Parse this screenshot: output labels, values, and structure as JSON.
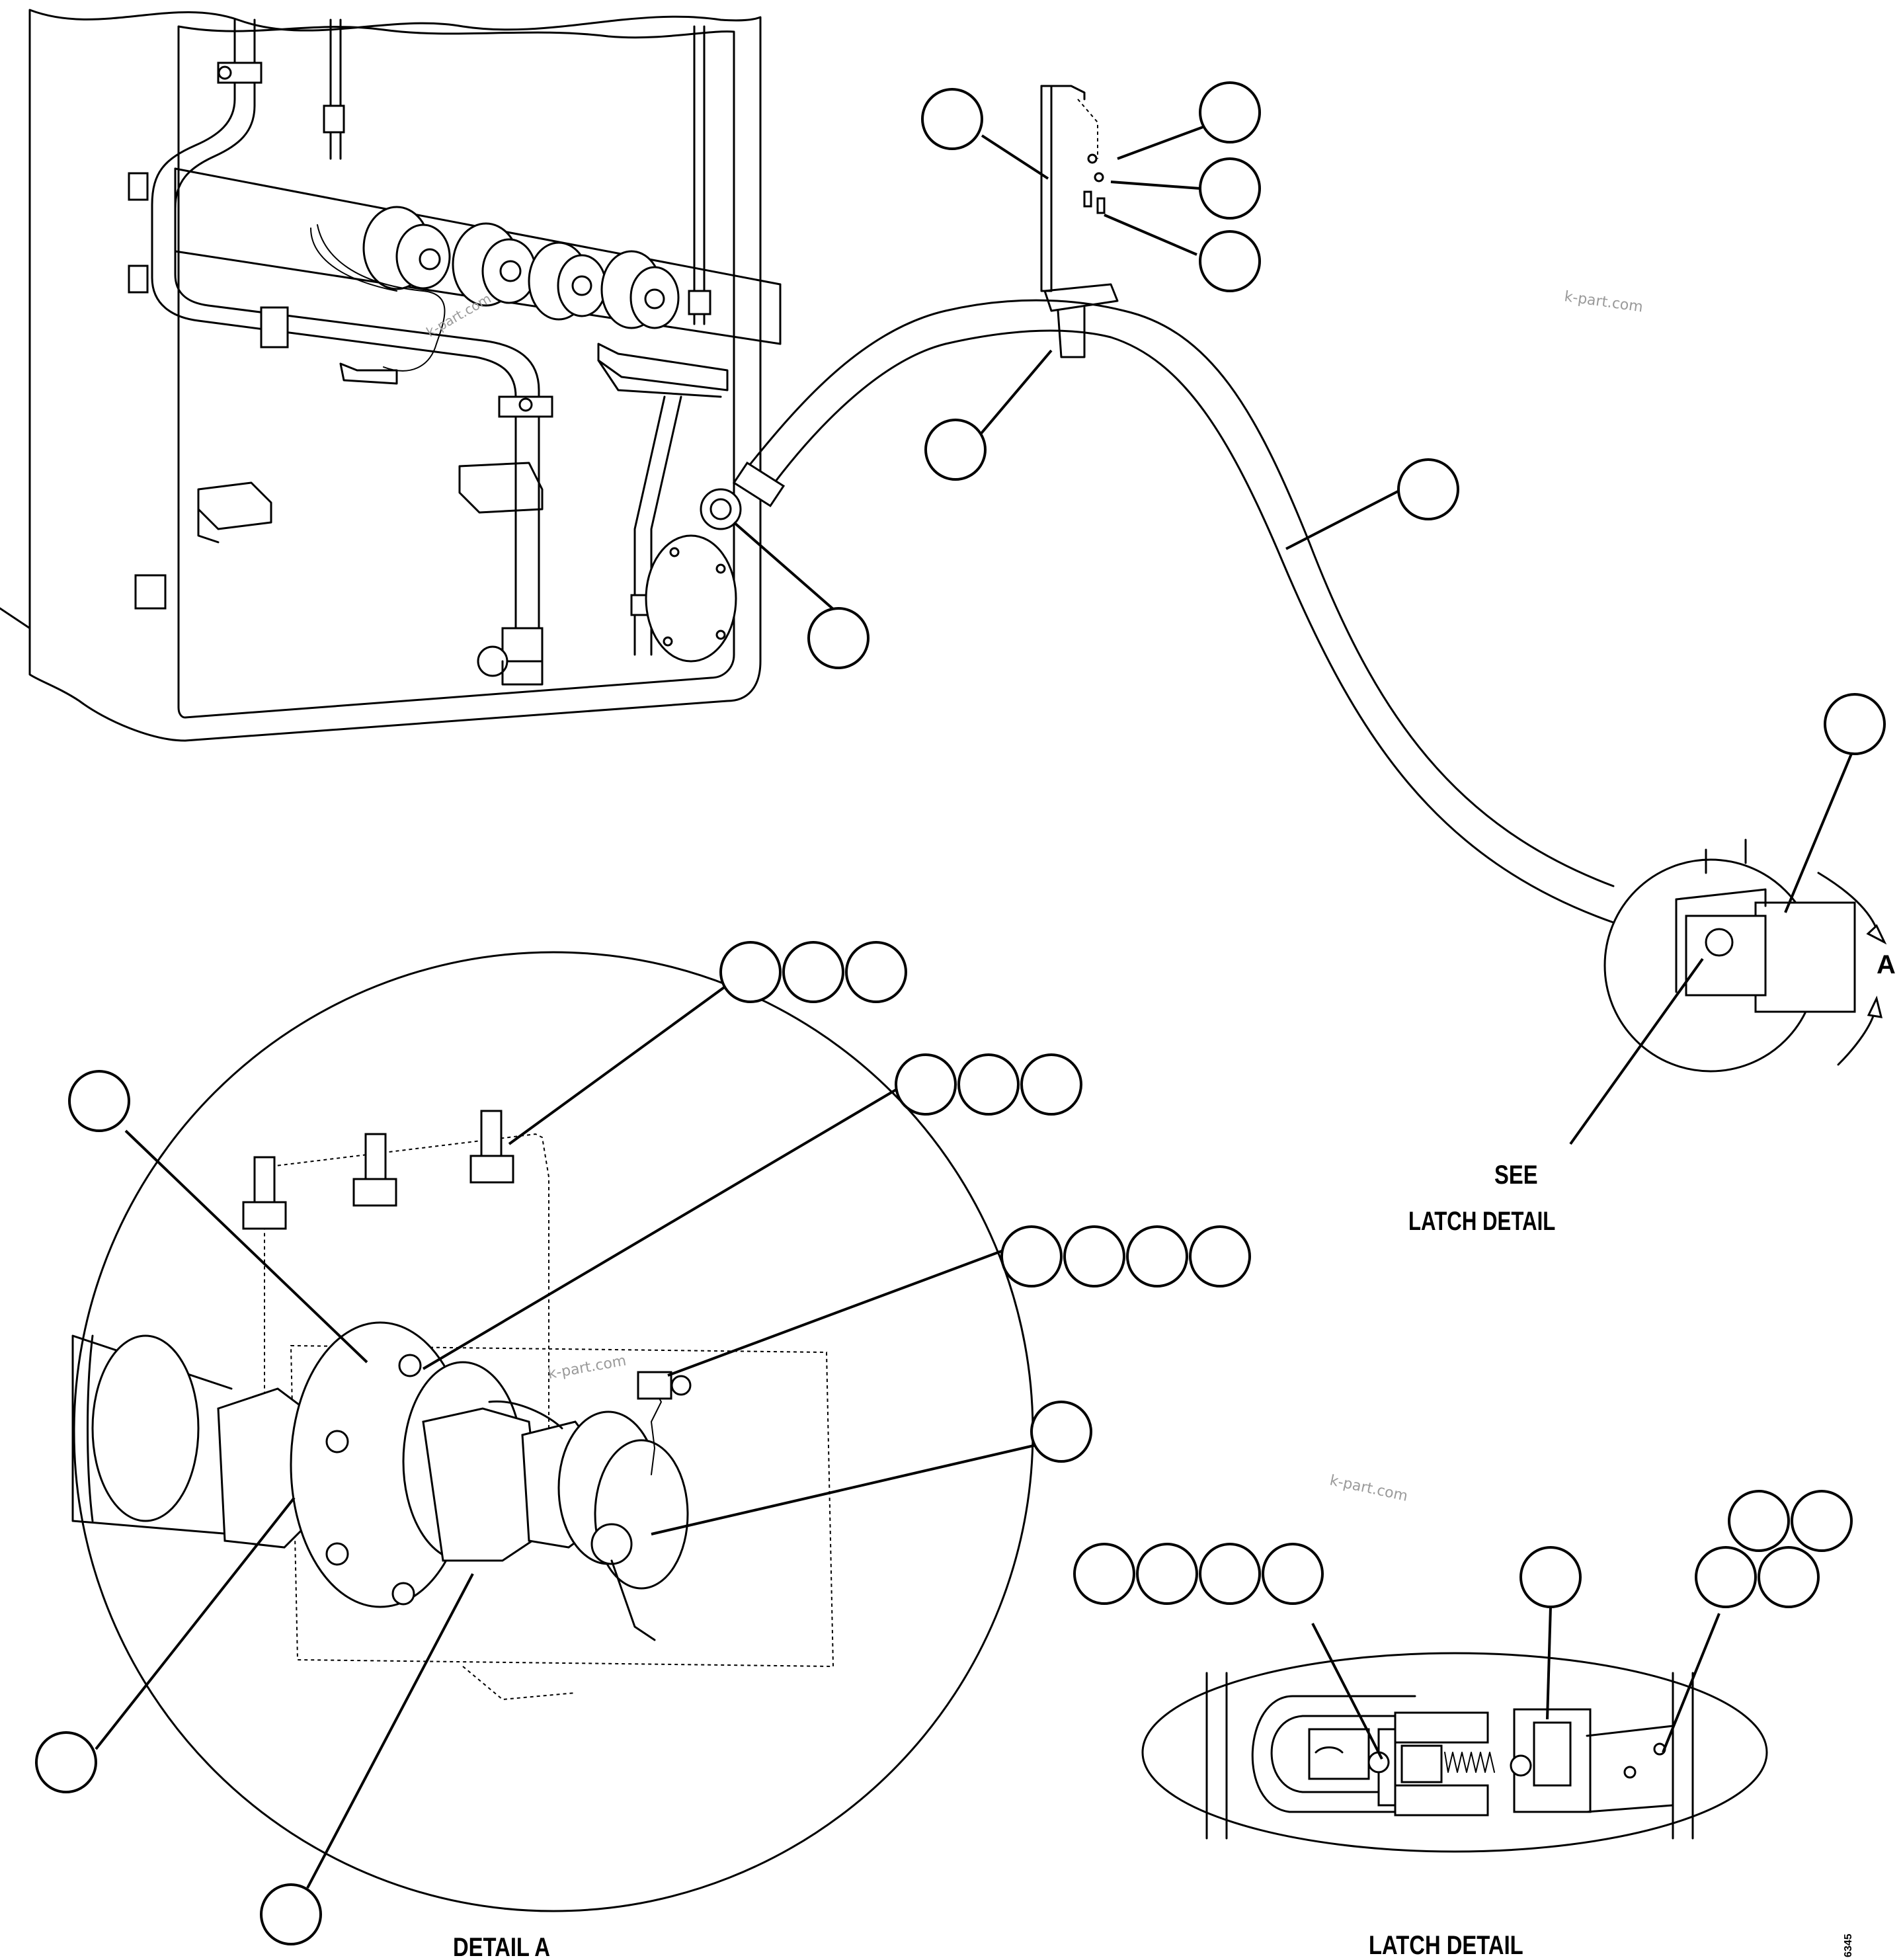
{
  "labels": {
    "see": "SEE",
    "latch_detail_ref": "LATCH DETAIL",
    "view_marker": "A",
    "detail_a_caption": "DETAIL A",
    "latch_detail_caption": "LATCH DETAIL",
    "drawing_number": "6345"
  },
  "watermarks": [
    "k-part.com",
    "k-part.com",
    "k-part.com",
    "k-part.com"
  ]
}
